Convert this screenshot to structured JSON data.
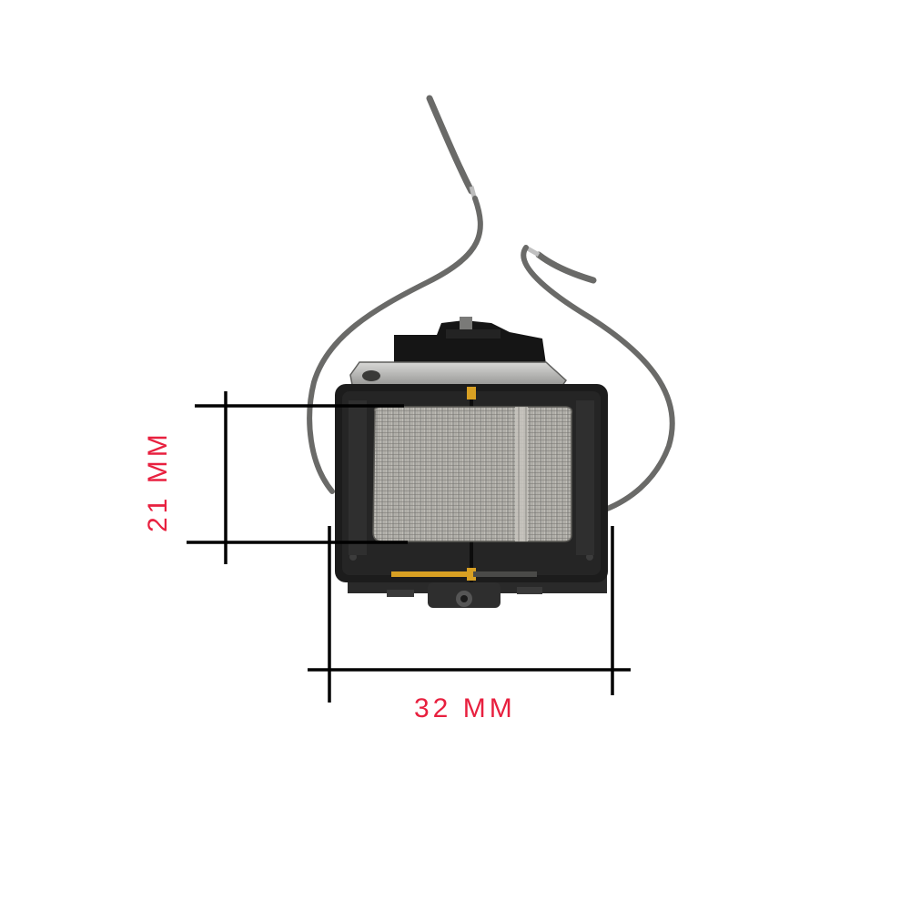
{
  "dimensions": {
    "width_label": "32 MM",
    "height_label": "21 MM",
    "width_mm": 32,
    "height_mm": 21
  },
  "colors": {
    "label_color": "#e8203f",
    "line_color": "#000000",
    "background": "#ffffff"
  },
  "subject": {
    "icon": "electric-motor-photo"
  }
}
